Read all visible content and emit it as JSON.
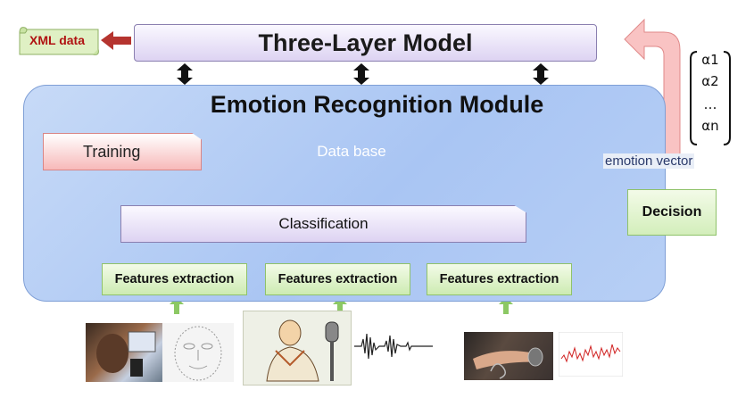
{
  "top": {
    "title": "Three-Layer Model",
    "xml_label": "XML data"
  },
  "module": {
    "title": "Emotion Recognition Module",
    "training": "Training",
    "database": "Data base",
    "classification": "Classification",
    "features": [
      "Features extraction",
      "Features extraction",
      "Features extraction"
    ]
  },
  "decision": {
    "label": "Decision",
    "output_label": "emotion vector"
  },
  "vector": [
    "α1",
    "α2",
    "…",
    "αn"
  ],
  "colors": {
    "module_fill": "#b5ccf5",
    "purple_box": "#ddd3f2",
    "green_box": "#cdebb2",
    "pink_arrow": "#f7b9b9",
    "database": "#c0504d",
    "xml_text": "#b01212"
  }
}
